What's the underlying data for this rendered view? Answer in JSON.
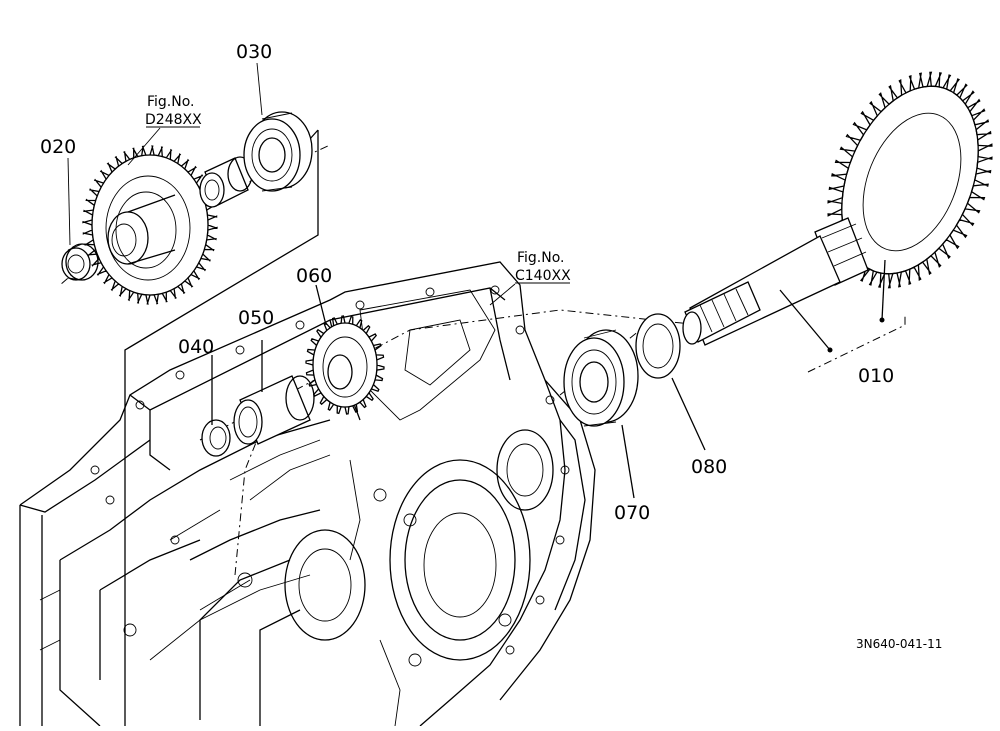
{
  "parts": [
    {
      "id": "p010",
      "number": "010"
    },
    {
      "id": "p020",
      "number": "020"
    },
    {
      "id": "p030",
      "number": "030"
    },
    {
      "id": "p040",
      "number": "040"
    },
    {
      "id": "p050",
      "number": "050"
    },
    {
      "id": "p060",
      "number": "060"
    },
    {
      "id": "p070",
      "number": "070"
    },
    {
      "id": "p080",
      "number": "080"
    }
  ],
  "figure_refs": [
    {
      "prefix": "Fig.No.",
      "code": "D248XX"
    },
    {
      "prefix": "Fig.No.",
      "code": "C140XX"
    }
  ],
  "drawing_code": "3N640-041-11"
}
